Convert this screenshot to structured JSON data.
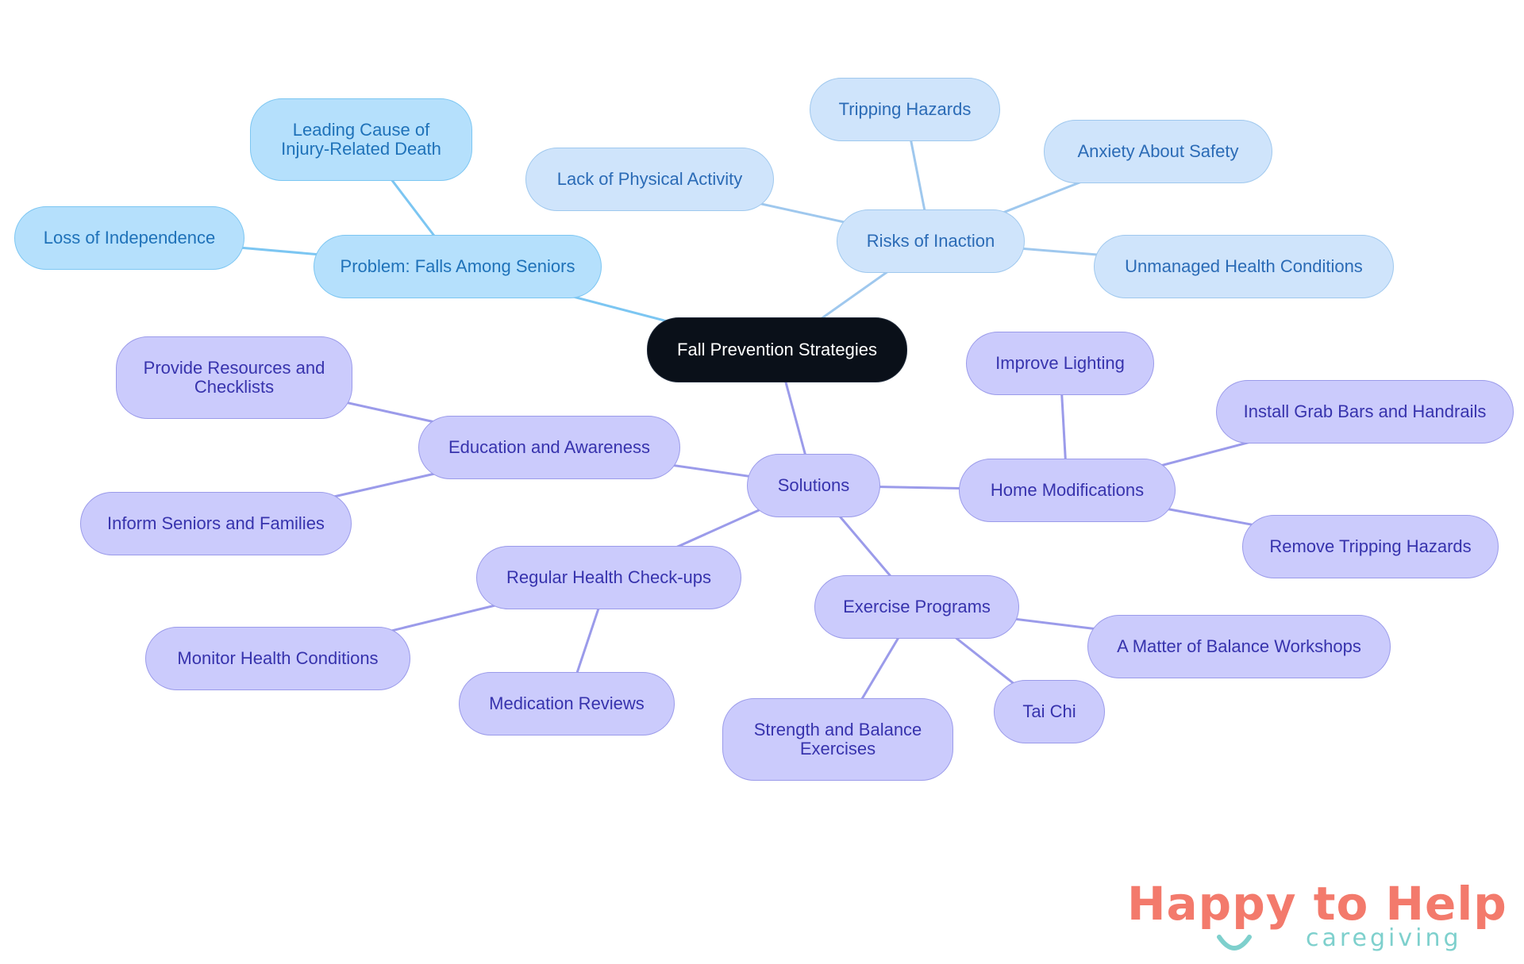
{
  "colors": {
    "root_fill": "#0a1019",
    "problem_fill": "#b5e0fc",
    "problem_line": "#7cc6f2",
    "risk_fill": "#cfe4fb",
    "risk_line": "#9fc8ee",
    "solution_fill": "#cbcbfc",
    "solution_line": "#9b9bea",
    "logo_primary": "#f37a6c",
    "logo_secondary": "#7ed0cd"
  },
  "mindmap": {
    "root": "Fall Prevention Strategies",
    "problem": {
      "label": "Problem: Falls Among Seniors",
      "children": [
        "Leading Cause of\nInjury-Related Death",
        "Loss of Independence"
      ]
    },
    "risks": {
      "label": "Risks of Inaction",
      "children": [
        "Lack of Physical Activity",
        "Tripping Hazards",
        "Anxiety About Safety",
        "Unmanaged Health Conditions"
      ]
    },
    "solutions": {
      "label": "Solutions",
      "education": {
        "label": "Education and Awareness",
        "children": [
          "Provide Resources and\nChecklists",
          "Inform Seniors and Families"
        ]
      },
      "health": {
        "label": "Regular Health Check-ups",
        "children": [
          "Monitor Health Conditions",
          "Medication Reviews"
        ]
      },
      "exercise": {
        "label": "Exercise Programs",
        "children": [
          "Strength and Balance\nExercises",
          "Tai Chi",
          "A Matter of Balance Workshops"
        ]
      },
      "home": {
        "label": "Home Modifications",
        "children": [
          "Improve Lighting",
          "Install Grab Bars and Handrails",
          "Remove Tripping Hazards"
        ]
      }
    }
  },
  "logo": {
    "line1": "Happy to Help",
    "line2": "caregiving"
  }
}
